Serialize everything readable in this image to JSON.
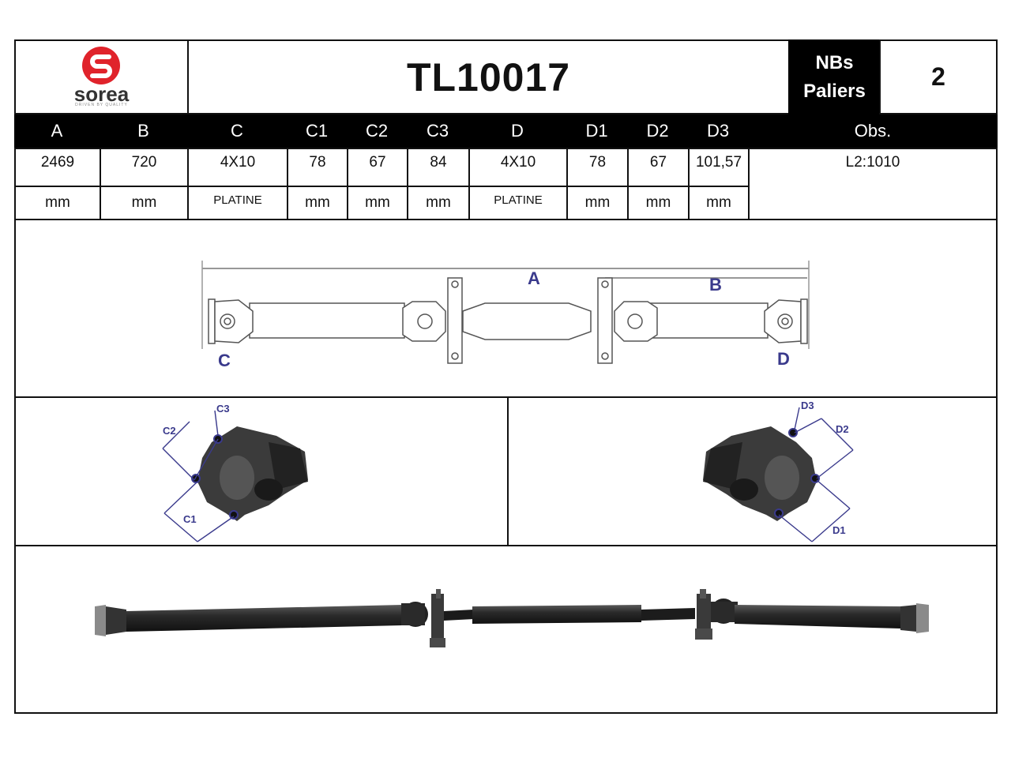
{
  "header": {
    "brand": "sorea",
    "brand_tagline": "DRIVEN BY QUALITY",
    "reference": "TL10017",
    "nbs_label_line1": "NBs",
    "nbs_label_line2": "Paliers",
    "nbs_value": "2"
  },
  "columns": [
    "A",
    "B",
    "C",
    "C1",
    "C2",
    "C3",
    "D",
    "D1",
    "D2",
    "D3",
    "Obs."
  ],
  "values": [
    "2469",
    "720",
    "4X10",
    "78",
    "67",
    "84",
    "4X10",
    "78",
    "67",
    "101,57",
    "L2:1010"
  ],
  "units": [
    "mm",
    "mm",
    "PLATINE",
    "mm",
    "mm",
    "mm",
    "PLATINE",
    "mm",
    "mm",
    "mm"
  ],
  "diagram": {
    "label_a": "A",
    "label_b": "B",
    "label_c": "C",
    "label_d": "D"
  },
  "flange_left": {
    "c1": "C1",
    "c2": "C2",
    "c3": "C3"
  },
  "flange_right": {
    "d1": "D1",
    "d2": "D2",
    "d3": "D3"
  },
  "colors": {
    "accent": "#e0232b",
    "dimension": "#3a3a8c",
    "header_bg": "#000000"
  }
}
